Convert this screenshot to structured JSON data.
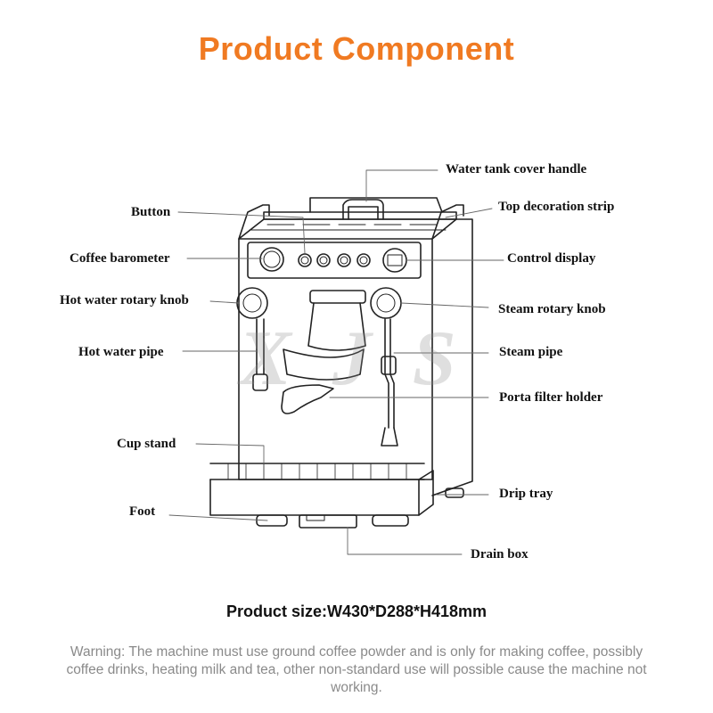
{
  "title": "Product Component",
  "watermark": "X J S",
  "labels": {
    "water_tank_cover_handle": "Water tank cover handle",
    "top_decoration_strip": "Top decoration strip",
    "button": "Button",
    "coffee_barometer": "Coffee barometer",
    "control_display": "Control display",
    "hot_water_rotary_knob": "Hot water rotary knob",
    "steam_rotary_knob": "Steam rotary knob",
    "hot_water_pipe": "Hot water pipe",
    "steam_pipe": "Steam pipe",
    "porta_filter_holder": "Porta filter holder",
    "cup_stand": "Cup stand",
    "drip_tray": "Drip tray",
    "foot": "Foot",
    "drain_box": "Drain box"
  },
  "product_size": "Product size:W430*D288*H418mm",
  "warning": "Warning: The machine must use ground coffee powder and is only for making coffee, possibly coffee drinks, heating milk and tea, other non-standard use will possible cause the machine not working.",
  "colors": {
    "title": "#f07a22",
    "warning": "#8a8a8a",
    "line": "#222222"
  }
}
